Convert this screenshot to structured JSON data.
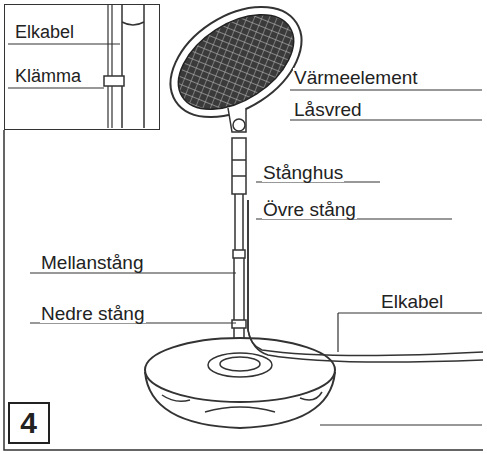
{
  "diagram": {
    "nodes": [
      {
        "text": [
          "Elkabel",
          "Klämma"
        ]
      },
      {
        "text": [
          "4"
        ]
      }
    ],
    "labels": [
      "Värmeelement",
      "Låsvred",
      "Stånghus",
      "Övre stång",
      "Mellanstång",
      "Nedre stång",
      "Elkabel"
    ]
  }
}
